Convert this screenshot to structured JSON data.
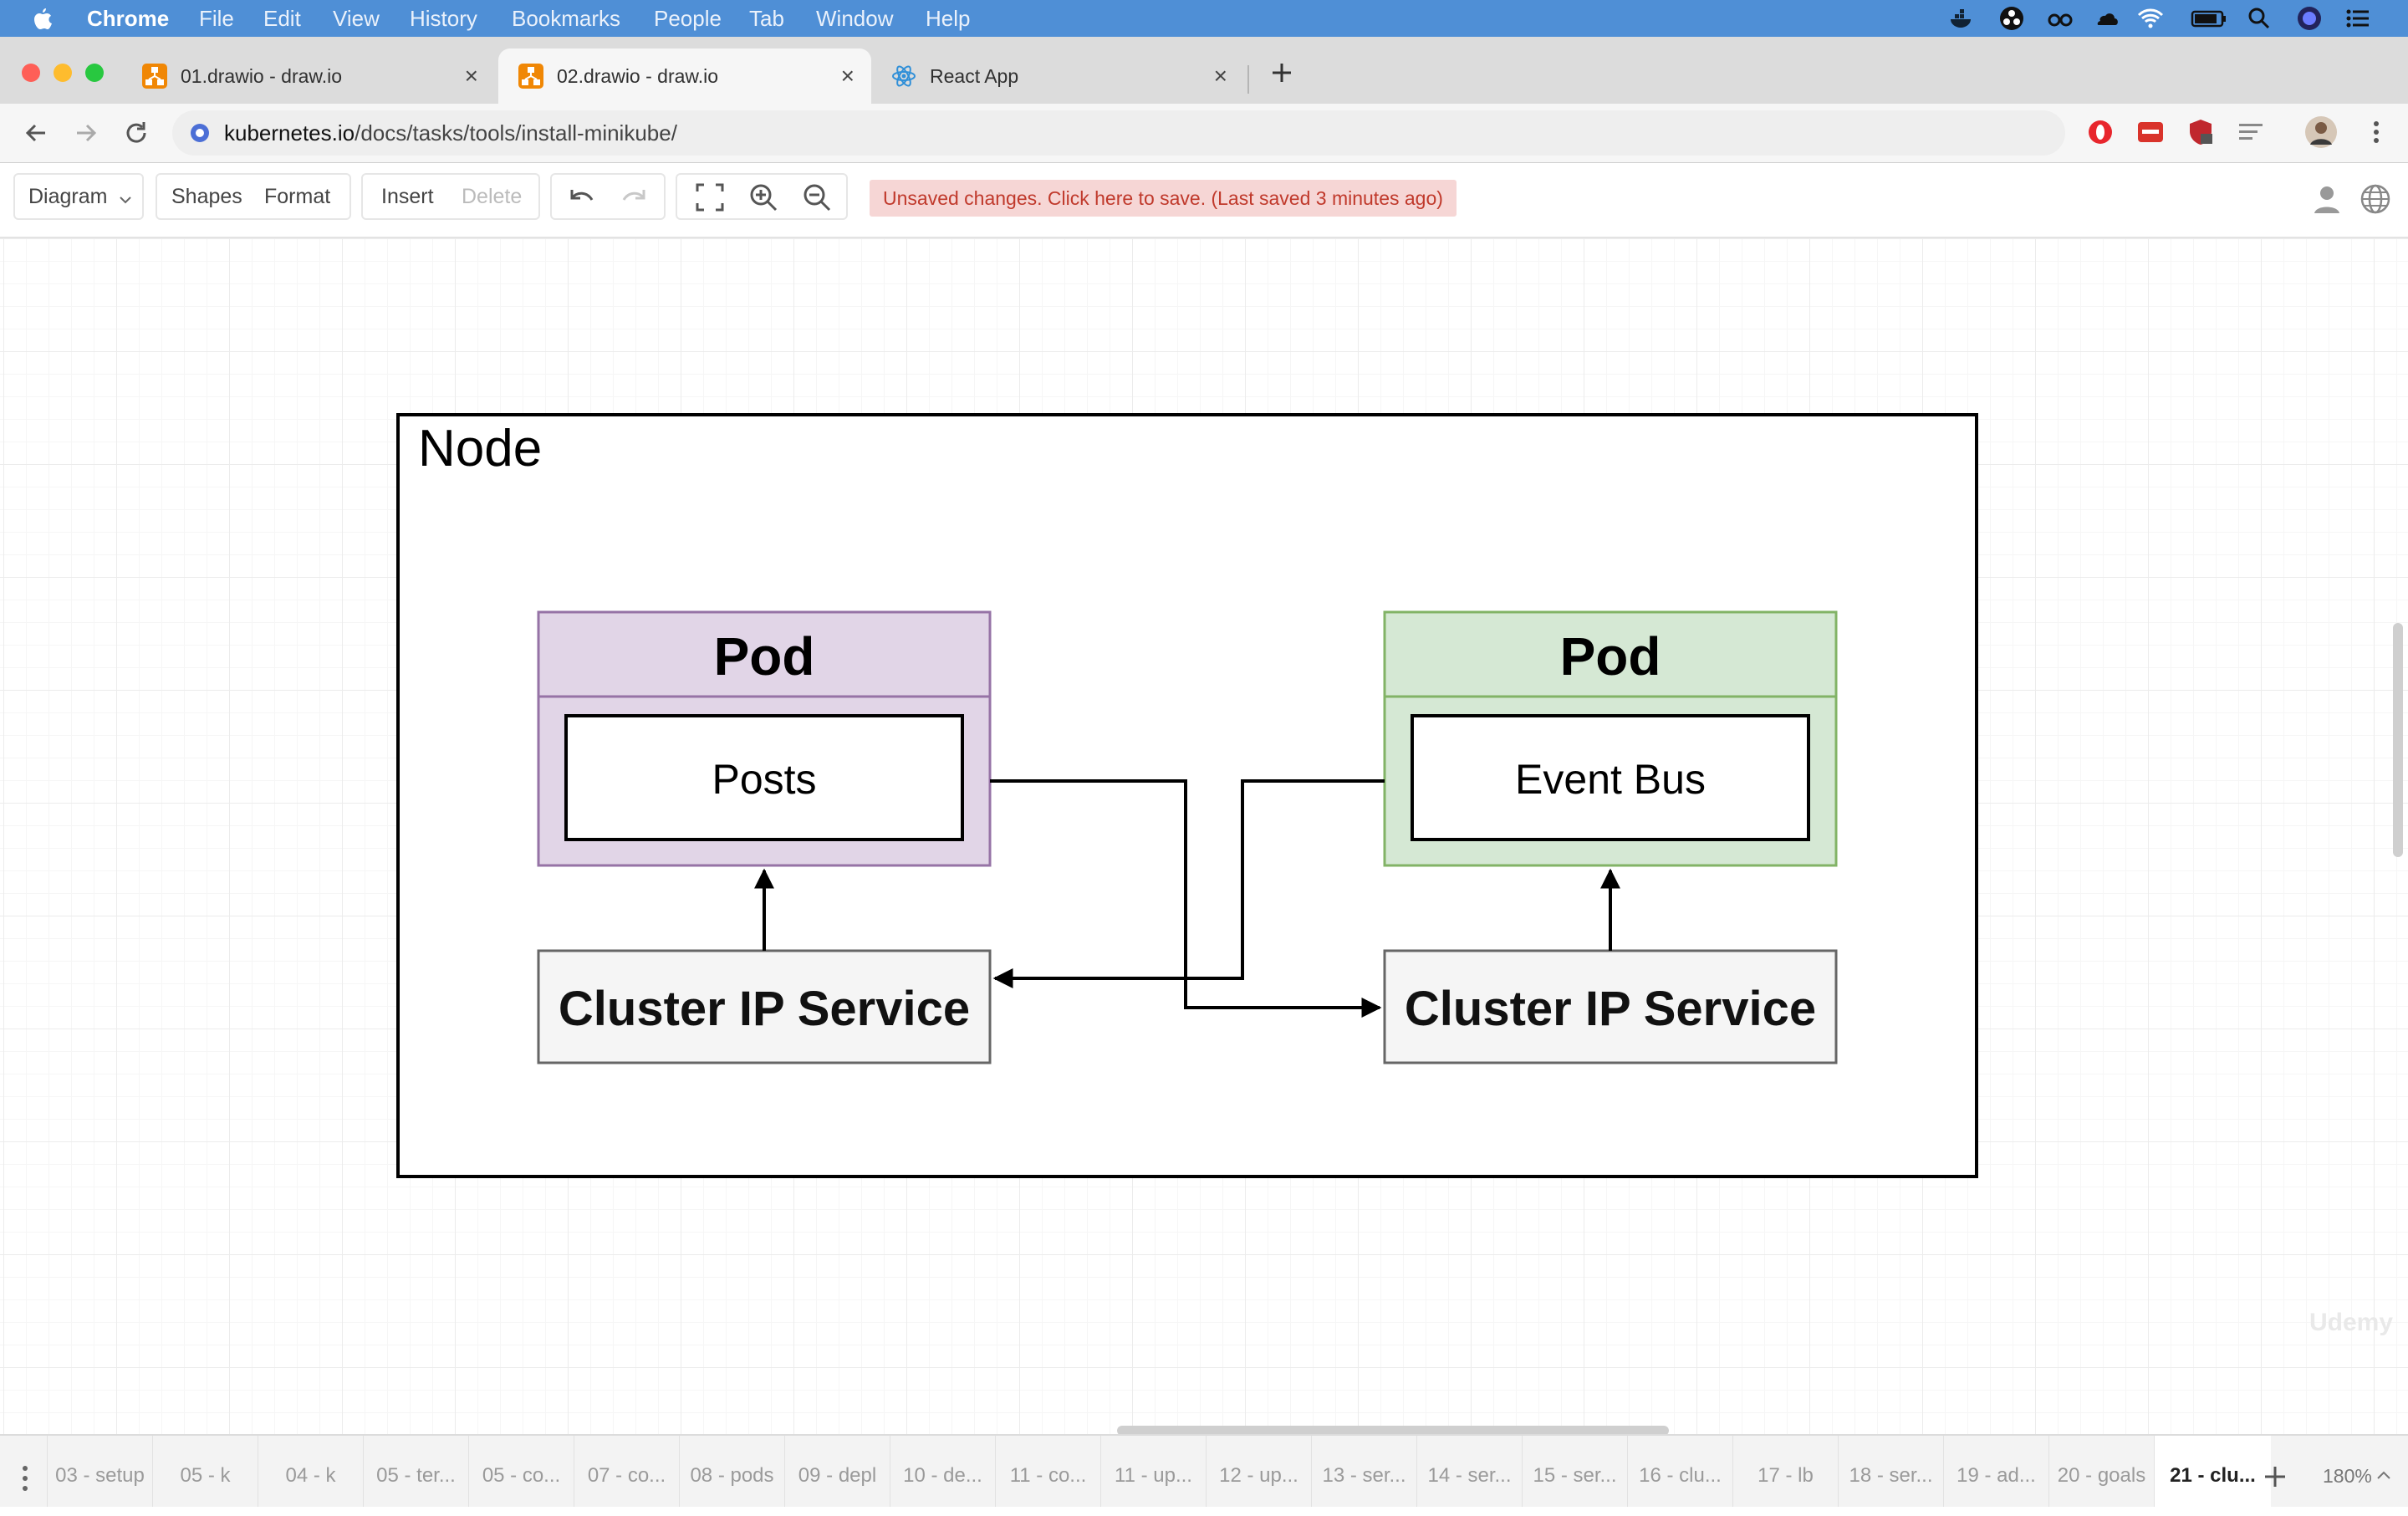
{
  "menubar": {
    "app_name": "Chrome",
    "items": [
      "File",
      "Edit",
      "View",
      "History",
      "Bookmarks",
      "People",
      "Tab",
      "Window",
      "Help"
    ]
  },
  "tabs": [
    {
      "title": "01.drawio - draw.io",
      "icon": "drawio-icon",
      "active": false
    },
    {
      "title": "02.drawio - draw.io",
      "icon": "drawio-icon",
      "active": true
    },
    {
      "title": "React App",
      "icon": "react-icon",
      "active": false
    }
  ],
  "address": {
    "domain": "kubernetes.io",
    "path": "/docs/tasks/tools/install-minikube/"
  },
  "toolbar": {
    "diagram_label": "Diagram",
    "shapes_label": "Shapes",
    "format_label": "Format",
    "insert_label": "Insert",
    "delete_label": "Delete",
    "unsaved_notice": "Unsaved changes. Click here to save. (Last saved 3 minutes ago)"
  },
  "diagram": {
    "node_label": "Node",
    "pods": [
      {
        "title": "Pod",
        "container": "Posts",
        "fill": "#e1d5e7",
        "stroke": "#9673a6"
      },
      {
        "title": "Pod",
        "container": "Event Bus",
        "fill": "#d5e8d4",
        "stroke": "#82b366"
      }
    ],
    "services": [
      {
        "label": "Cluster IP Service",
        "fill": "#f5f5f5",
        "stroke": "#666666"
      },
      {
        "label": "Cluster IP Service",
        "fill": "#f5f5f5",
        "stroke": "#666666"
      }
    ]
  },
  "pages": {
    "items": [
      "03 - setup",
      "05 - k",
      "04 - k",
      "05 - ter...",
      "05 - co...",
      "07 - co...",
      "08 - pods",
      "09 - depl",
      "10 - de...",
      "11 - co...",
      "11 - up...",
      "12 - up...",
      "13 - ser...",
      "14 - ser...",
      "15 - ser...",
      "16 - clu...",
      "17 - lb",
      "18 - ser...",
      "19 - ad...",
      "20 - goals",
      "21 - clu..."
    ],
    "active_index": 20,
    "zoom": "180%"
  },
  "watermark": "Udemy",
  "colors": {
    "menubar": "#4f8fd6",
    "unsaved_bg": "#f6d6d5",
    "unsaved_text": "#c0392b"
  }
}
